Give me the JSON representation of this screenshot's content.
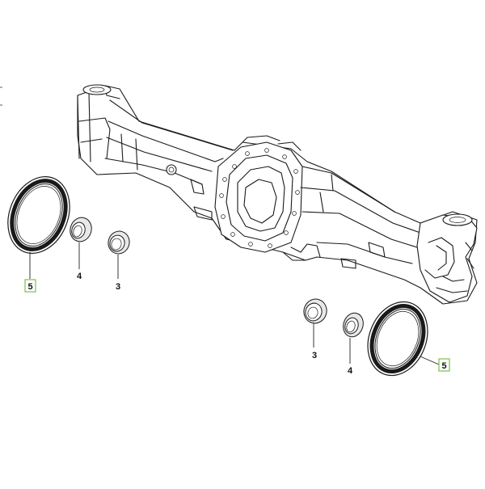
{
  "callouts": [
    {
      "id": "callout-5-left",
      "label": "5",
      "highlighted": true
    },
    {
      "id": "callout-4-left",
      "label": "4",
      "highlighted": false
    },
    {
      "id": "callout-3-left",
      "label": "3",
      "highlighted": false
    },
    {
      "id": "callout-3-right",
      "label": "3",
      "highlighted": false
    },
    {
      "id": "callout-4-right",
      "label": "4",
      "highlighted": false
    },
    {
      "id": "callout-5-right",
      "label": "5",
      "highlighted": true
    }
  ],
  "colors": {
    "highlight_border": "#7bc142",
    "line": "#1a1a1a"
  }
}
